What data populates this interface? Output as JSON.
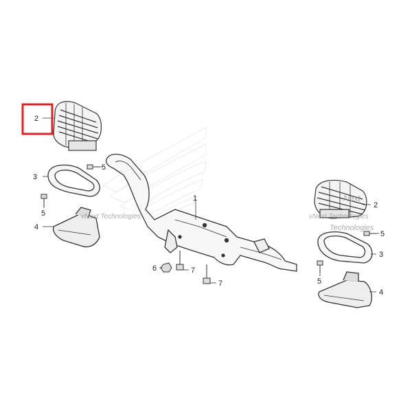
{
  "diagram": {
    "callouts": [
      {
        "id": "c2-left",
        "label": "2",
        "highlighted": true
      },
      {
        "id": "c3-left",
        "label": "3"
      },
      {
        "id": "c5-left-top",
        "label": "5"
      },
      {
        "id": "c5-left-bottom",
        "label": "5"
      },
      {
        "id": "c4-left",
        "label": "4"
      },
      {
        "id": "c1",
        "label": "1"
      },
      {
        "id": "c6",
        "label": "6"
      },
      {
        "id": "c7-a",
        "label": "7"
      },
      {
        "id": "c7-b",
        "label": "7"
      },
      {
        "id": "c2-right",
        "label": "2"
      },
      {
        "id": "c5-right-top",
        "label": "5"
      },
      {
        "id": "c3-right",
        "label": "3"
      },
      {
        "id": "c5-right-bottom",
        "label": "5"
      },
      {
        "id": "c4-right",
        "label": "4"
      }
    ],
    "highlight_color": "#d9232a",
    "watermark": {
      "line1": "vNext Technologies",
      "line2": "Next",
      "line3": "Technologies"
    }
  }
}
